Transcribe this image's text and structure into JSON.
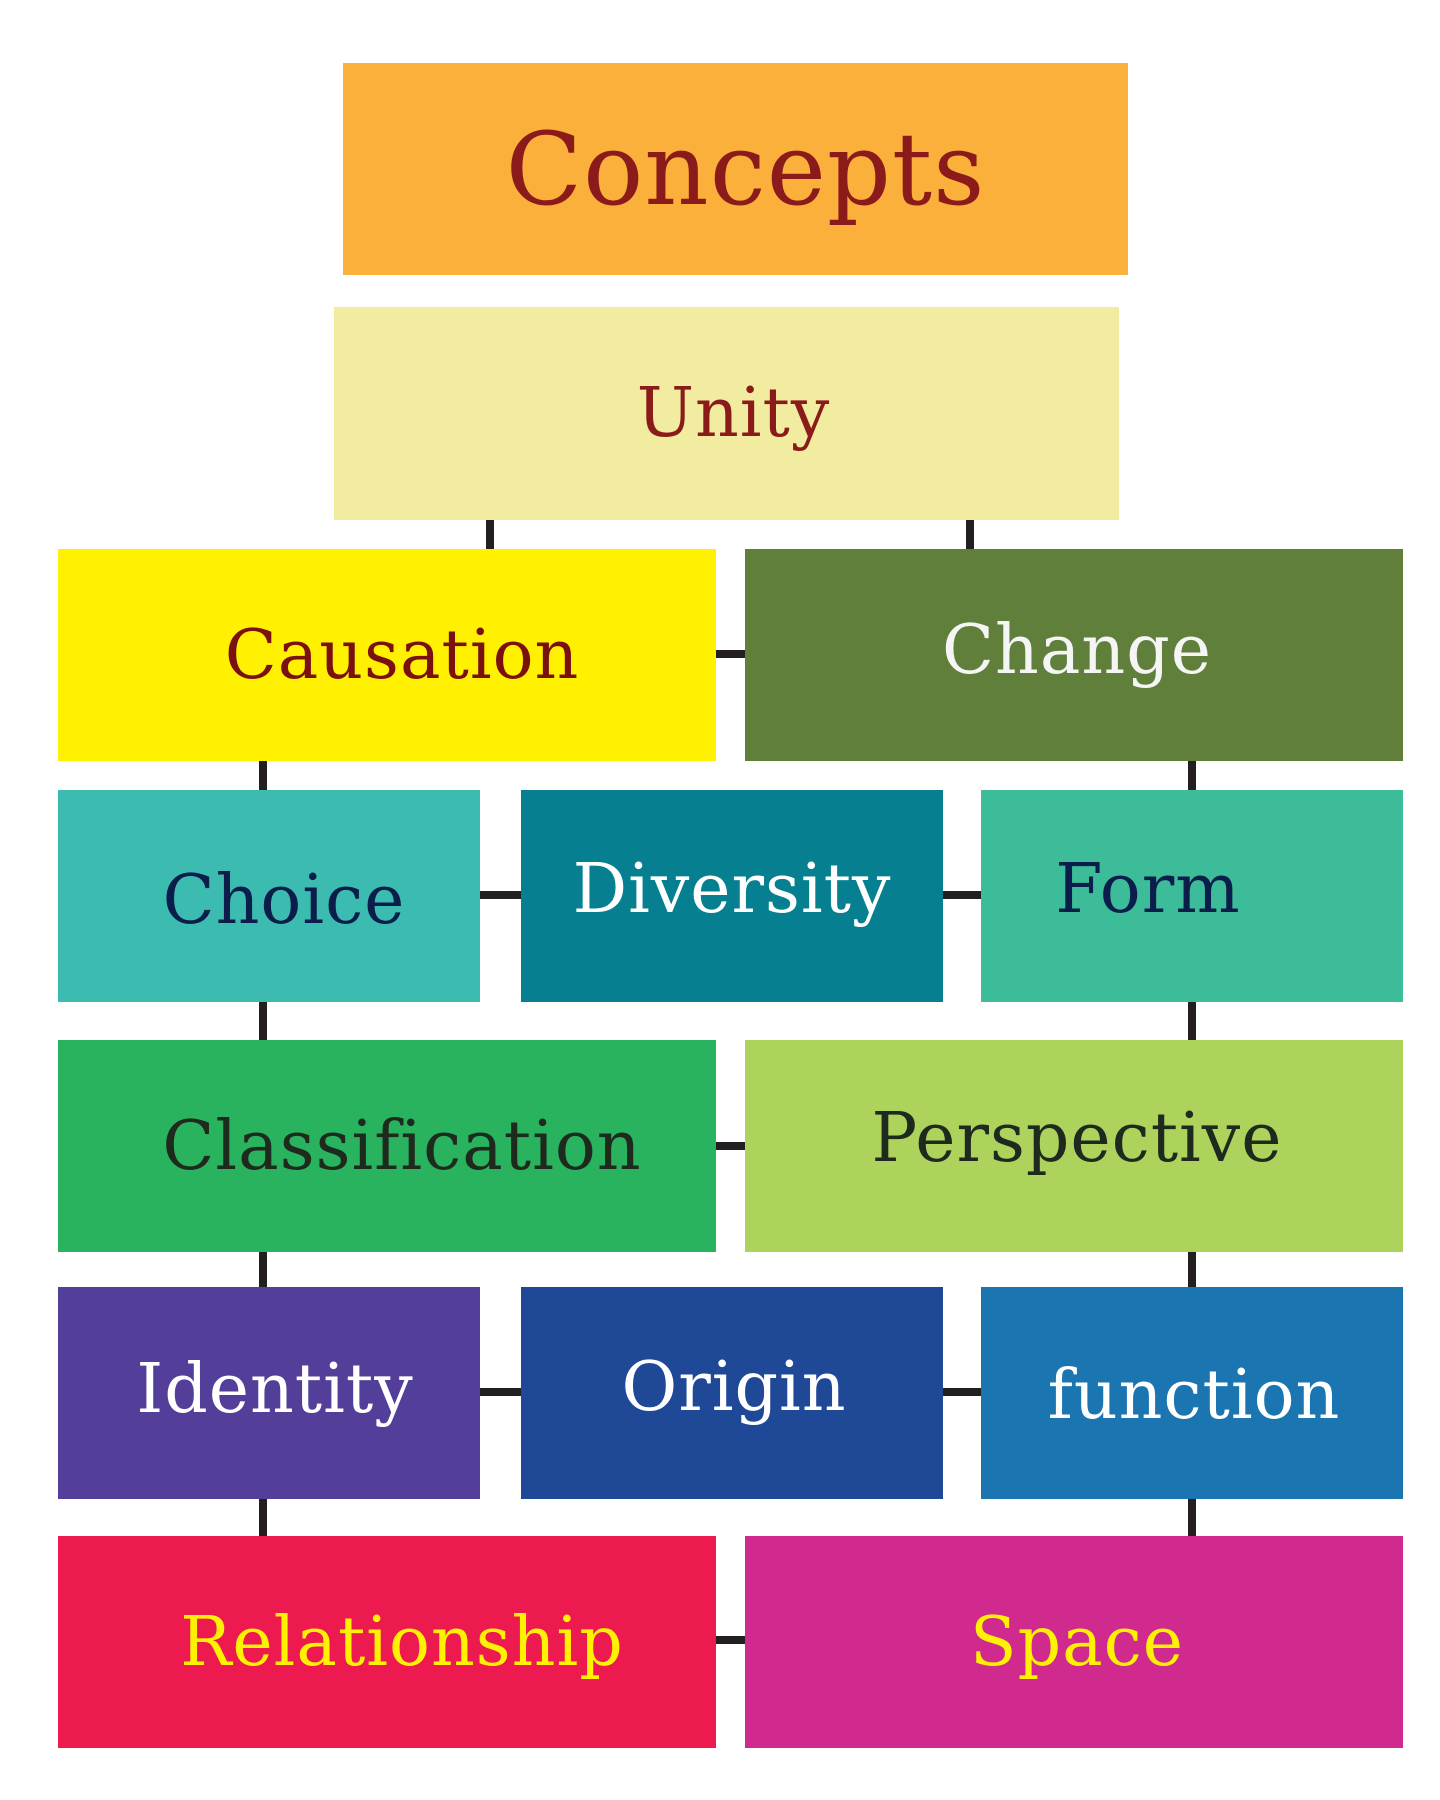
{
  "title": "Concepts",
  "nodes": {
    "unity": "Unity",
    "causation": "Causation",
    "change": "Change",
    "choice": "Choice",
    "diversity": "Diversity",
    "form": "Form",
    "classification": "Classification",
    "perspective": "Perspective",
    "identity": "Identity",
    "origin": "Origin",
    "function": "function",
    "relationship": "Relationship",
    "space": "Space"
  },
  "colors": {
    "concepts_bg": "#fbb03b",
    "concepts_text": "#8b1a1a",
    "unity_bg": "#f1ec9f",
    "unity_text": "#8b1a1a",
    "causation_bg": "#fff100",
    "causation_text": "#7a1010",
    "change_bg": "#5f7f3a",
    "change_text": "#f5f5f5",
    "choice_bg": "#3cbcb0",
    "choice_text": "#0b1d4a",
    "diversity_bg": "#068090",
    "diversity_text": "#ffffff",
    "form_bg": "#3cbc98",
    "form_text": "#0b1d4a",
    "classification_bg": "#2ab35f",
    "classification_text": "#1e2a1e",
    "perspective_bg": "#aed35d",
    "perspective_text": "#1e2a1e",
    "identity_bg": "#533f99",
    "identity_text": "#ffffff",
    "origin_bg": "#1f4897",
    "origin_text": "#ffffff",
    "function_bg": "#1a75b1",
    "function_text": "#ffffff",
    "relationship_bg": "#ed1a4f",
    "relationship_text": "#fff200",
    "space_bg": "#d12a8f",
    "space_text": "#fff200",
    "connector": "#231f20"
  }
}
